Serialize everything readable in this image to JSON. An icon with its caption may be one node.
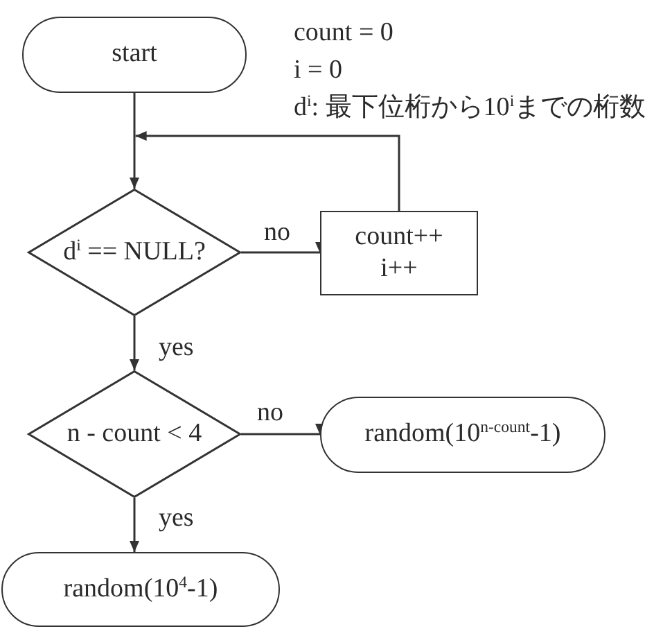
{
  "diagram": {
    "nodes": [
      {
        "text": [
          "start"
        ],
        "beside": [
          "count = 0",
          "i = 0",
          "d$^{i}$: 最下位桁から10$^{i}$までの桁数"
        ]
      },
      {
        "text": [
          "d$^{i}$ == NULL?"
        ]
      },
      {
        "text": [
          "count++",
          "i++"
        ]
      },
      {
        "text": [
          "n - count < 4"
        ]
      },
      {
        "text": [
          "random(10$^{n-count}$-1)"
        ]
      },
      {
        "text": [
          "random(10$^{4}$-1)"
        ]
      }
    ],
    "edges": [
      {
        "from": 0,
        "to": 1,
        "arrow": "to"
      },
      {
        "from": 1,
        "to": 2,
        "arrow": "to",
        "label": "no"
      },
      {
        "from": 2,
        "to": 1,
        "arrow": "to"
      },
      {
        "from": 1,
        "to": 3,
        "arrow": "to",
        "label": "yes"
      },
      {
        "from": 3,
        "to": 4,
        "arrow": "to",
        "label": "no"
      },
      {
        "from": 3,
        "to": 5,
        "arrow": "to",
        "label": "yes"
      }
    ]
  }
}
